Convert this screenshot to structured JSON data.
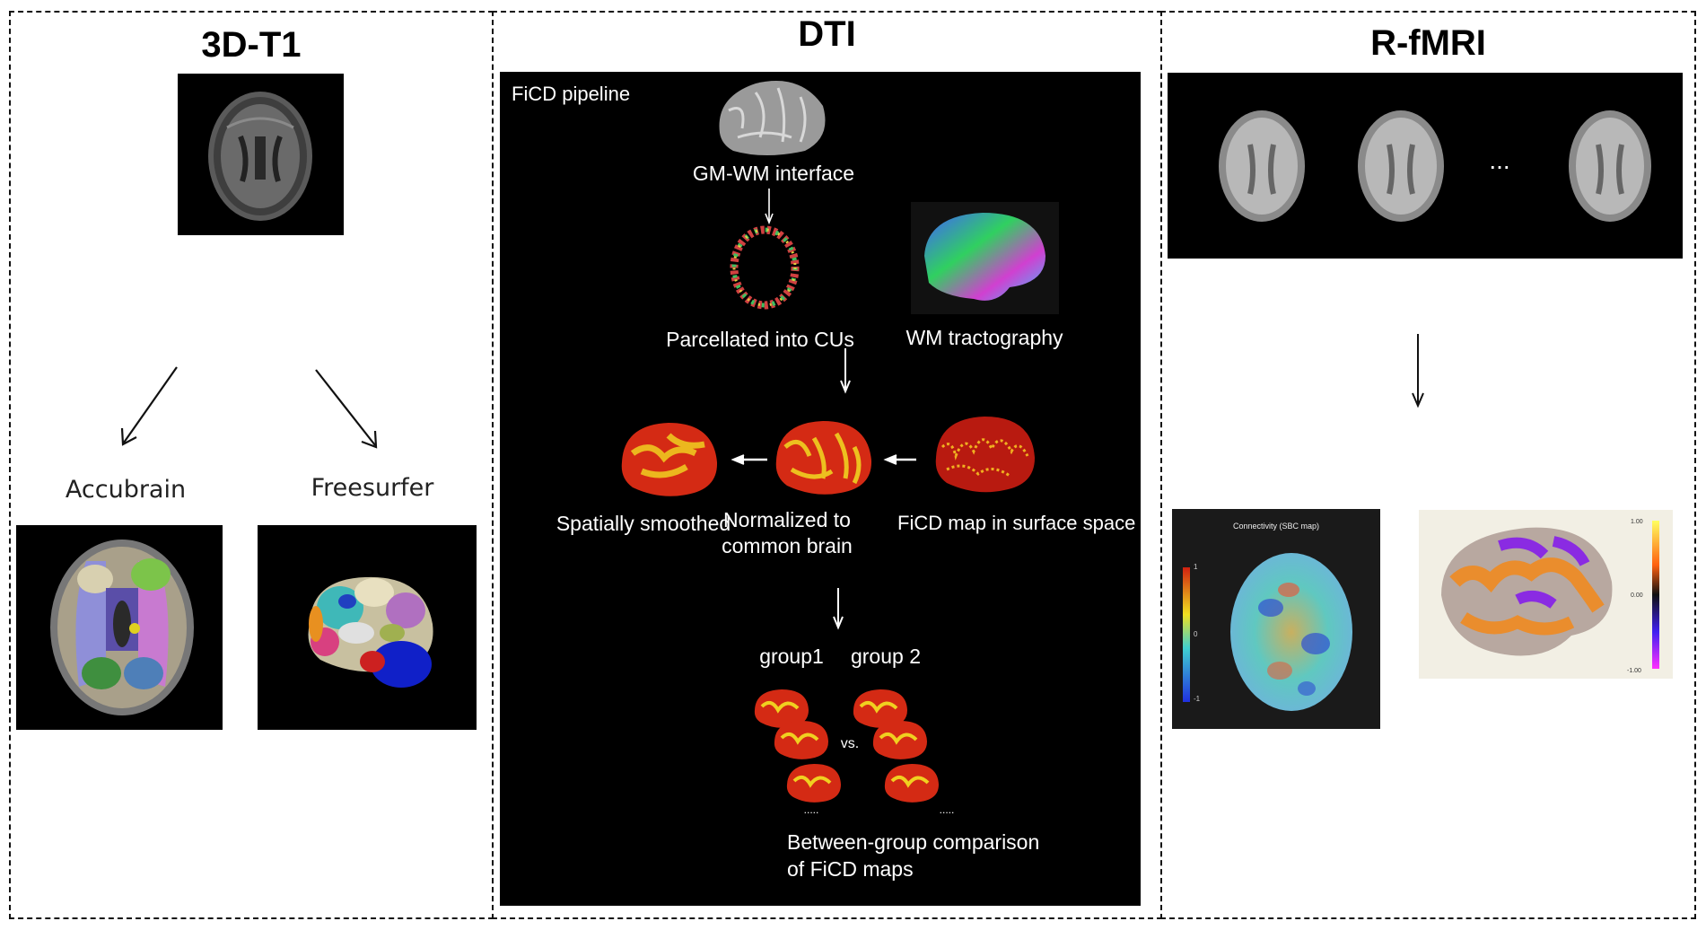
{
  "panels": {
    "t1": {
      "title": "3D-T1",
      "left_label": "Accubrain",
      "right_label": "Freesurfer"
    },
    "dti": {
      "title": "DTI",
      "pipeline_label": "FiCD pipeline",
      "gm_wm": "GM-WM interface",
      "parcellated": "Parcellated into CUs",
      "tractography": "WM tractography",
      "smoothed": "Spatially smoothed",
      "normalized_1": "Normalized to",
      "normalized_2": "common brain",
      "ficd_map": "FiCD map in surface space",
      "group1": "group1",
      "group2": "group 2",
      "vs": "vs.",
      "between_1": "Between-group comparison",
      "between_2": "of FiCD maps",
      "dots": "....."
    },
    "fmri": {
      "title": "R-fMRI",
      "ellipsis": "...",
      "sbc_title": "Connectivity (SBC map)",
      "sbc_ticks": [
        "1",
        "0",
        "-1"
      ],
      "surf_ticks": [
        "1.00",
        "0.00",
        "-1.00"
      ]
    }
  },
  "colors": {
    "cortex_red": "#d42a14",
    "cortex_yellow": "#f0d020",
    "surface_purple": "#8a2be2",
    "surface_orange": "#f08a20",
    "freesurfer_blue": "#1020c8"
  }
}
